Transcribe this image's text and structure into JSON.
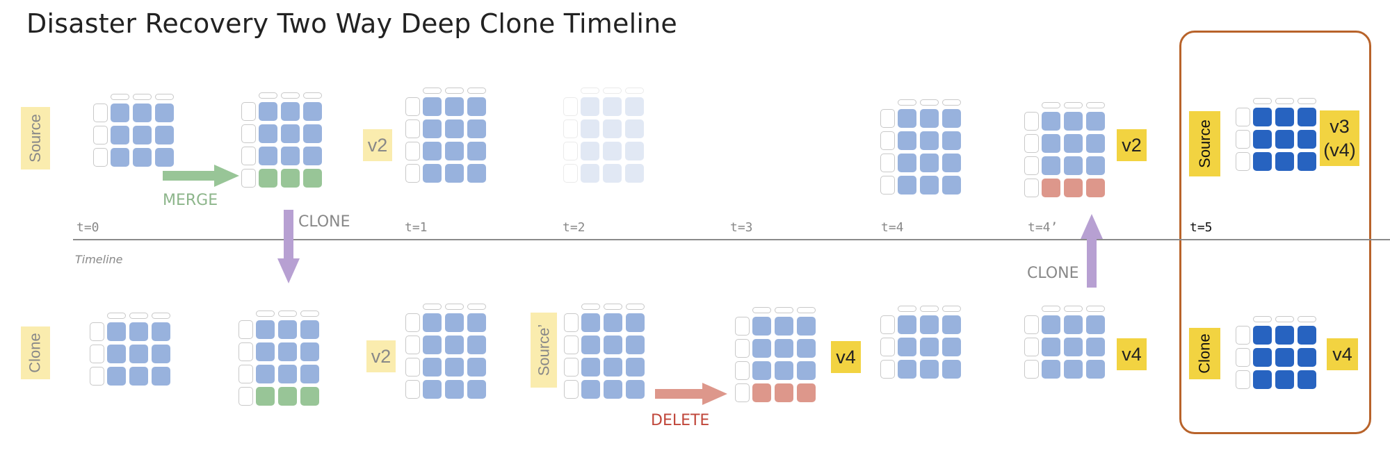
{
  "title": "Disaster Recovery Two Way Deep Clone Timeline",
  "timeline": {
    "caption": "Timeline",
    "ticks": [
      "t=0",
      "t=1",
      "t=2",
      "t=3",
      "t=4",
      "t=4’",
      "t=5"
    ]
  },
  "rows": {
    "source_label": "Source",
    "clone_label": "Clone",
    "source_prime_label": "Source’"
  },
  "versions": {
    "v2_source": "v2",
    "v2_source_t4p": "v2",
    "v3_source_t5": "v3\n(v4)",
    "v2_clone": "v2",
    "v4_clone_t3": "v4",
    "v4_clone_t4p": "v4",
    "v4_clone_t5": "v4"
  },
  "operations": {
    "merge": "MERGE",
    "clone_down": "CLONE",
    "clone_up": "CLONE",
    "delete": "DELETE"
  },
  "colors": {
    "blue": "#98b2dd",
    "blue_light": "#e1e8f4",
    "blue_dark": "#2763c0",
    "green": "#98c597",
    "red": "#dd978b",
    "badge_yellow": "#f2d341",
    "badge_yellow_light": "#faecae",
    "highlight_border": "#b8632a",
    "merge_text": "#8cb58a",
    "delete_text": "#c0463a",
    "clone_text": "#888888",
    "purple": "#b7a0d2"
  }
}
